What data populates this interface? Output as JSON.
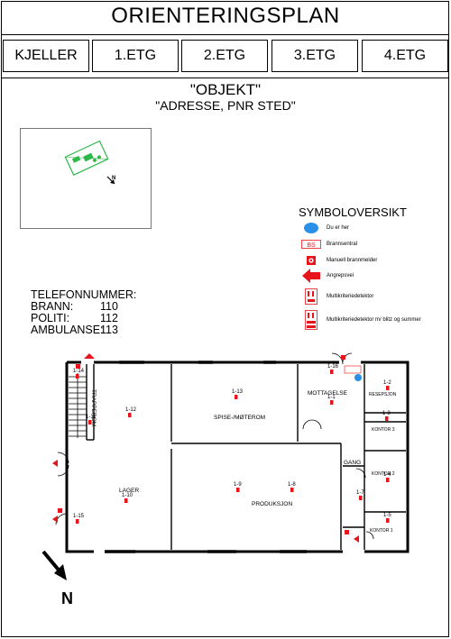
{
  "header": {
    "title": "ORIENTERINGSPLAN"
  },
  "tabs": [
    {
      "label": "KJELLER"
    },
    {
      "label": "1.ETG"
    },
    {
      "label": "2.ETG"
    },
    {
      "label": "3.ETG"
    },
    {
      "label": "4.ETG"
    }
  ],
  "object": {
    "name": "\"OBJEKT\"",
    "address": "\"ADRESSE, PNR STED\""
  },
  "legend": {
    "title": "SYMBOLOVERSIKT",
    "items": [
      {
        "icon": "you-are-here-icon",
        "label": "Du er her"
      },
      {
        "icon": "fire-panel-icon",
        "label": "Brannsentral",
        "glyph": "BS"
      },
      {
        "icon": "manual-call-point-icon",
        "label": "Manuell brannmelder"
      },
      {
        "icon": "attack-route-arrow-icon",
        "label": "Angrepsvei"
      },
      {
        "icon": "multi-detector-icon",
        "label": "Multikriteriedetektor"
      },
      {
        "icon": "multi-detector-strobe-icon",
        "label": "Multikriteriedetektor m/ blitz og summer"
      }
    ]
  },
  "phones": {
    "title": "TELEFONNUMMER:",
    "rows": [
      {
        "label": "BRANN:",
        "number": "110"
      },
      {
        "label": "POLITI:",
        "number": "112"
      },
      {
        "label": "AMBULANSE:",
        "number": "113"
      }
    ]
  },
  "rooms": {
    "trapperom": "TRAPPEROM",
    "lager": "LAGER",
    "spise": "SPISE-/MØTEROM",
    "mottagelse": "MOTTAGELSE",
    "resepsjon": "RESEPSJON",
    "kontor3": "KONTOR 3",
    "gang": "GANG",
    "kontor2": "KONTOR 2",
    "produksjon": "PRODUKSJON",
    "kontor1": "KONTOR 1"
  },
  "detectors": [
    "1-1",
    "1-2",
    "1-3",
    "1-4",
    "1-5",
    "1-7",
    "1-8",
    "1-9",
    "1-10",
    "1-11",
    "1-12",
    "1-13",
    "1-14",
    "1-15",
    "1-16"
  ],
  "compass": {
    "label": "N"
  },
  "colors": {
    "detector": "#e8141c",
    "here": "#2a8fe6",
    "minimap_green": "#2db84a"
  }
}
